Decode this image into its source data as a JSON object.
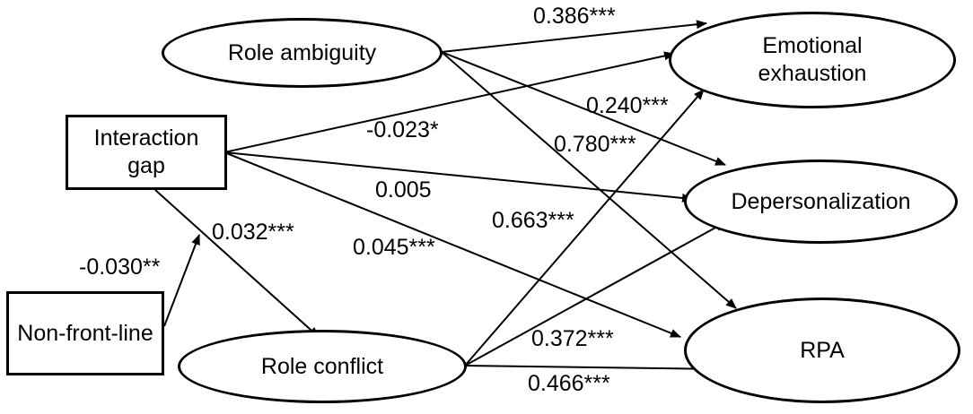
{
  "nodes": {
    "role_ambiguity": "Role ambiguity",
    "interaction_gap": "Interaction gap",
    "non_front_line": "Non-front-line",
    "role_conflict": "Role conflict",
    "emotional_exhaustion": "Emotional exhaustion",
    "depersonalization": "Depersonalization",
    "rpa": "RPA"
  },
  "paths": {
    "ambiguity_to_exhaustion": "0.386***",
    "ambiguity_to_depersonalization": "0.240***",
    "ambiguity_to_rpa": "0.780***",
    "gap_to_exhaustion": "-0.023*",
    "gap_to_depersonalization": "0.005",
    "gap_to_rpa": "0.045***",
    "gap_to_conflict": "0.032***",
    "nonfrontline_moderation": "-0.030**",
    "conflict_to_exhaustion": "0.663***",
    "conflict_to_depersonalization": "0.372***",
    "conflict_to_rpa": "0.466***"
  },
  "colors": {
    "stroke": "#000000",
    "background": "#ffffff"
  }
}
